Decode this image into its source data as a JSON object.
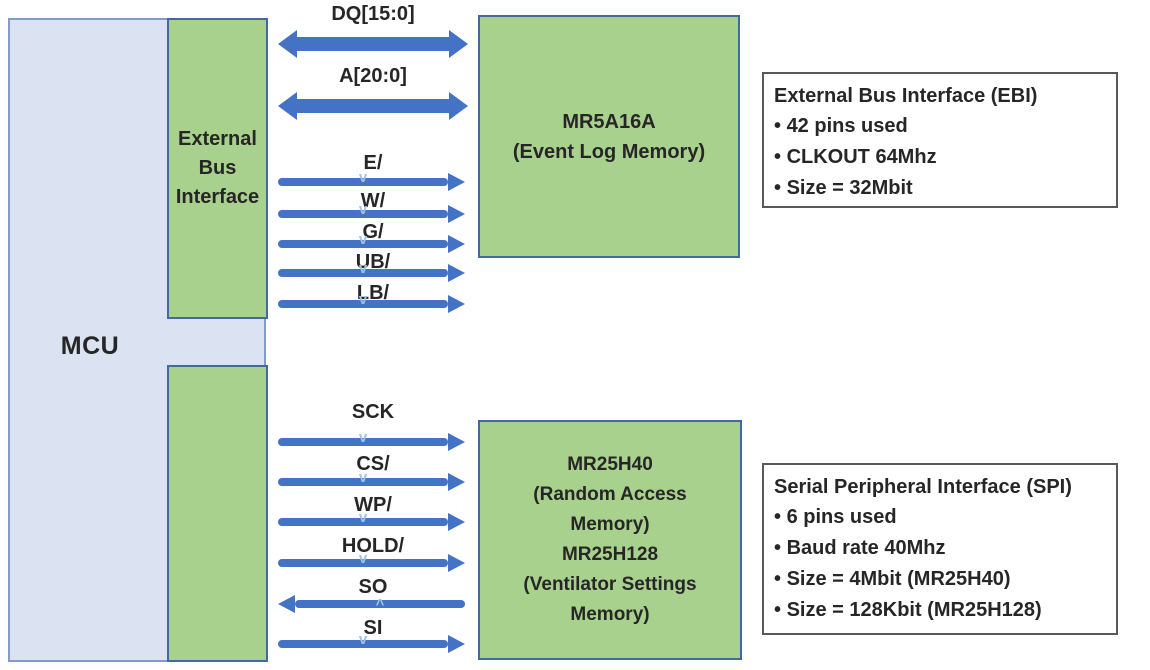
{
  "colors": {
    "mcu_fill": "#dbe3f3",
    "mcu_border": "#7f9ccb",
    "block_fill": "#a9d18e",
    "block_border": "#44699e",
    "arrow_blue": "#4472c4",
    "arrow_chevron": "#9dc3e6",
    "note_border": "#595959",
    "text": "#262626"
  },
  "mcu": {
    "label": "MCU"
  },
  "ebi_interface": {
    "label": "External Bus Interface"
  },
  "event_log_memory": {
    "lines": [
      "MR5A16A",
      "(Event Log Memory)"
    ]
  },
  "spi_memory": {
    "lines": [
      "MR25H40",
      "(Random Access",
      "Memory)",
      "MR25H128",
      "(Ventilator Settings",
      "Memory)"
    ]
  },
  "ebi_signals": [
    {
      "label": "DQ[15:0]",
      "direction": "bidirectional"
    },
    {
      "label": "A[20:0]",
      "direction": "bidirectional"
    },
    {
      "label": "E/",
      "direction": "right"
    },
    {
      "label": "W/",
      "direction": "right"
    },
    {
      "label": "G/",
      "direction": "right"
    },
    {
      "label": "UB/",
      "direction": "right"
    },
    {
      "label": "LB/",
      "direction": "right"
    }
  ],
  "spi_signals": [
    {
      "label": "SCK",
      "direction": "right"
    },
    {
      "label": "CS/",
      "direction": "right"
    },
    {
      "label": "WP/",
      "direction": "right"
    },
    {
      "label": "HOLD/",
      "direction": "right"
    },
    {
      "label": "SO",
      "direction": "left"
    },
    {
      "label": "SI",
      "direction": "right"
    }
  ],
  "ebi_note": {
    "title": "External Bus Interface (EBI)",
    "bullets": [
      "42 pins used",
      "CLKOUT 64Mhz",
      "Size = 32Mbit"
    ]
  },
  "spi_note": {
    "title": "Serial Peripheral Interface (SPI)",
    "bullets": [
      "6 pins used",
      "Baud rate 40Mhz",
      "Size = 4Mbit (MR25H40)",
      "Size = 128Kbit (MR25H128)"
    ]
  }
}
